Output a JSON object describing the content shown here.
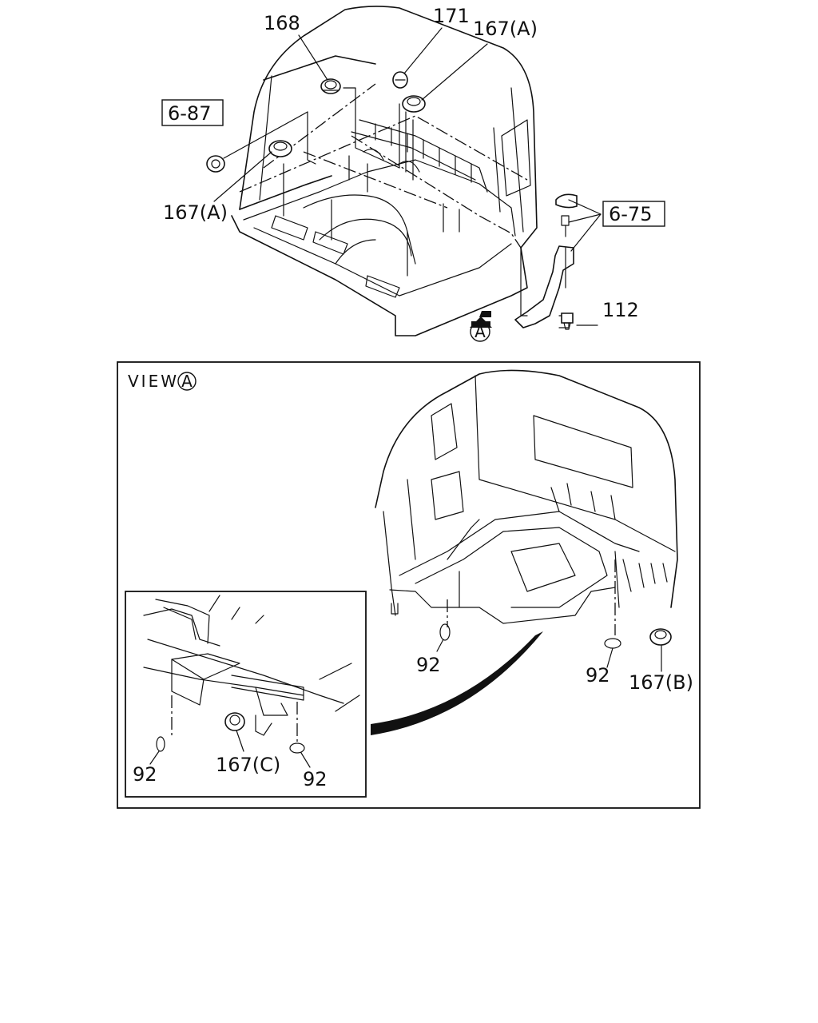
{
  "labels": {
    "p168": "168",
    "p171": "171",
    "p167a_top": "167(A)",
    "p167a_left": "167(A)",
    "ref687": "6-87",
    "ref675": "6-75",
    "p112": "112",
    "viewA_marker": "A",
    "view_title": "VIEW",
    "view_circle": "A",
    "p92_center": "92",
    "p92_right": "92",
    "p167b": "167(B)",
    "p92_inset_left": "92",
    "p167c": "167(C)",
    "p92_inset_right": "92"
  }
}
